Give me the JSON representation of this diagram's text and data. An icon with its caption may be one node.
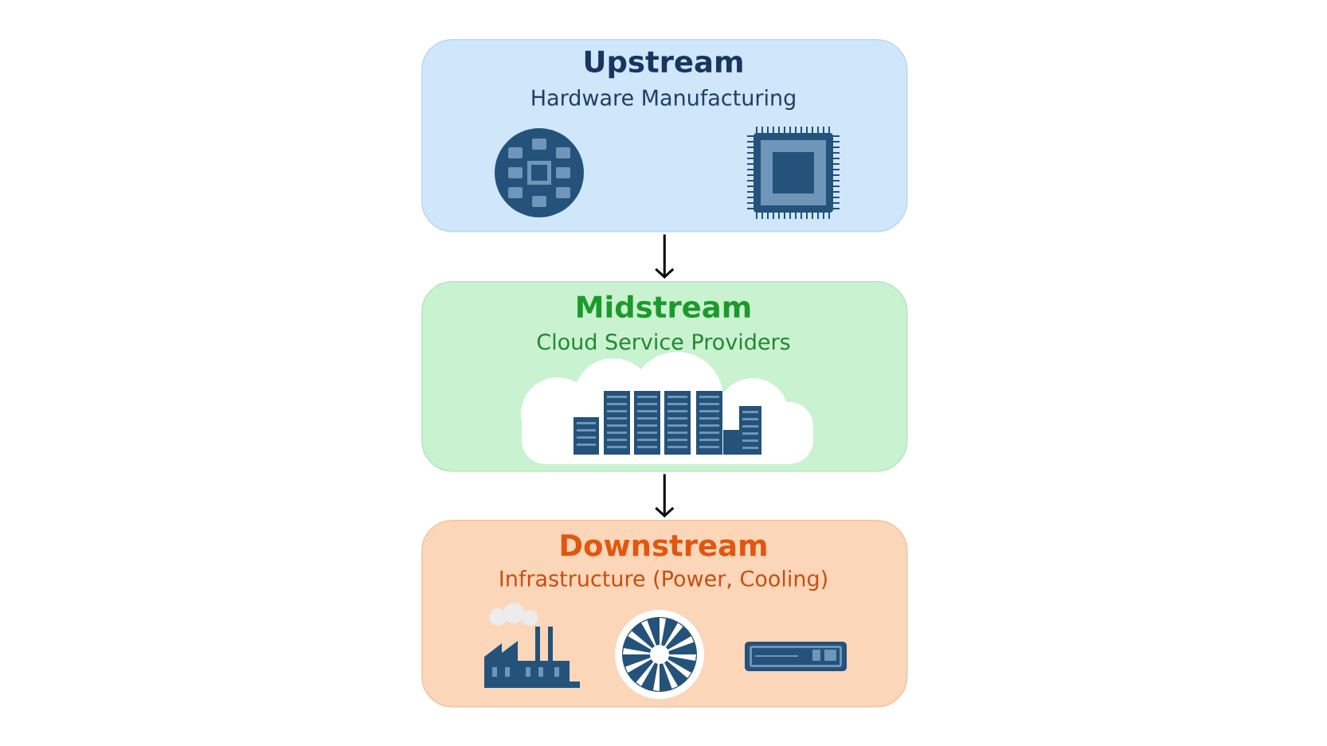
{
  "diagram": {
    "nodes": [
      {
        "text": [
          "Upstream",
          "Hardware Manufacturing"
        ]
      },
      {
        "text": [
          "Midstream",
          "Cloud Service Providers"
        ]
      },
      {
        "text": [
          "Downstream",
          "Infrastructure (Power, Cooling)"
        ]
      }
    ],
    "edges": [
      {
        "from": 0,
        "to": 1,
        "arrow": "to"
      },
      {
        "from": 1,
        "to": 2,
        "arrow": "to"
      }
    ]
  }
}
